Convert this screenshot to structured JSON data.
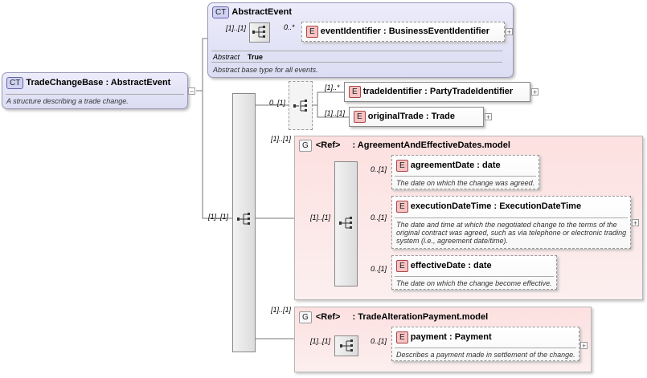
{
  "root": {
    "badge": "CT",
    "name": "TradeChangeBase",
    "sep": " : ",
    "type": "AbstractEvent",
    "doc": "A structure describing a trade change."
  },
  "abstract_event": {
    "badge": "CT",
    "name": "AbstractEvent",
    "attr_label": "Abstract",
    "attr_value": "True",
    "doc": "Abstract base type for all events.",
    "seq_card": "[1]..[1]",
    "element": {
      "badge": "E",
      "name": "eventIdentifier",
      "sep": " : ",
      "type": "BusinessEventIdentifier",
      "card": "0..*"
    }
  },
  "main_seq_card": "[1]..[1]",
  "choice": {
    "card": "0..[1]",
    "trade_identifier": {
      "badge": "E",
      "name": "tradeIdentifier",
      "sep": " : ",
      "type": "PartyTradeIdentifier",
      "card": "[1]..*"
    },
    "original_trade": {
      "badge": "E",
      "name": "originalTrade",
      "sep": " : ",
      "type": "Trade",
      "card": "[1]..[1]"
    }
  },
  "group1": {
    "badge": "G",
    "ref": "<Ref>",
    "name": ": AgreementAndEffectiveDates.model",
    "card": "[1]..[1]",
    "seq_card": "[1]..[1]",
    "agreement_date": {
      "badge": "E",
      "name": "agreementDate",
      "sep": " : ",
      "type": "date",
      "card": "0..[1]",
      "doc": "The date on which the change was agreed."
    },
    "execution_date_time": {
      "badge": "E",
      "name": "executionDateTime",
      "sep": " : ",
      "type": "ExecutionDateTime",
      "card": "0..[1]",
      "doc": "The date and time at which the negotiated change to the terms of the original contract was agreed, such as via telephone or electronic trading system (i.e., agreement date/time)."
    },
    "effective_date": {
      "badge": "E",
      "name": "effectiveDate",
      "sep": " : ",
      "type": "date",
      "card": "0..[1]",
      "doc": "The date on which the change become effective."
    }
  },
  "group2": {
    "badge": "G",
    "ref": "<Ref>",
    "name": ": TradeAlterationPayment.model",
    "card": "[1]..[1]",
    "seq_card": "[1]..[1]",
    "payment": {
      "badge": "E",
      "name": "payment",
      "sep": " : ",
      "type": "Payment",
      "card": "0..[1]",
      "doc": "Describes a payment made in settlement of the change."
    }
  },
  "expand_symbol": "+",
  "collapse_symbol": "−"
}
